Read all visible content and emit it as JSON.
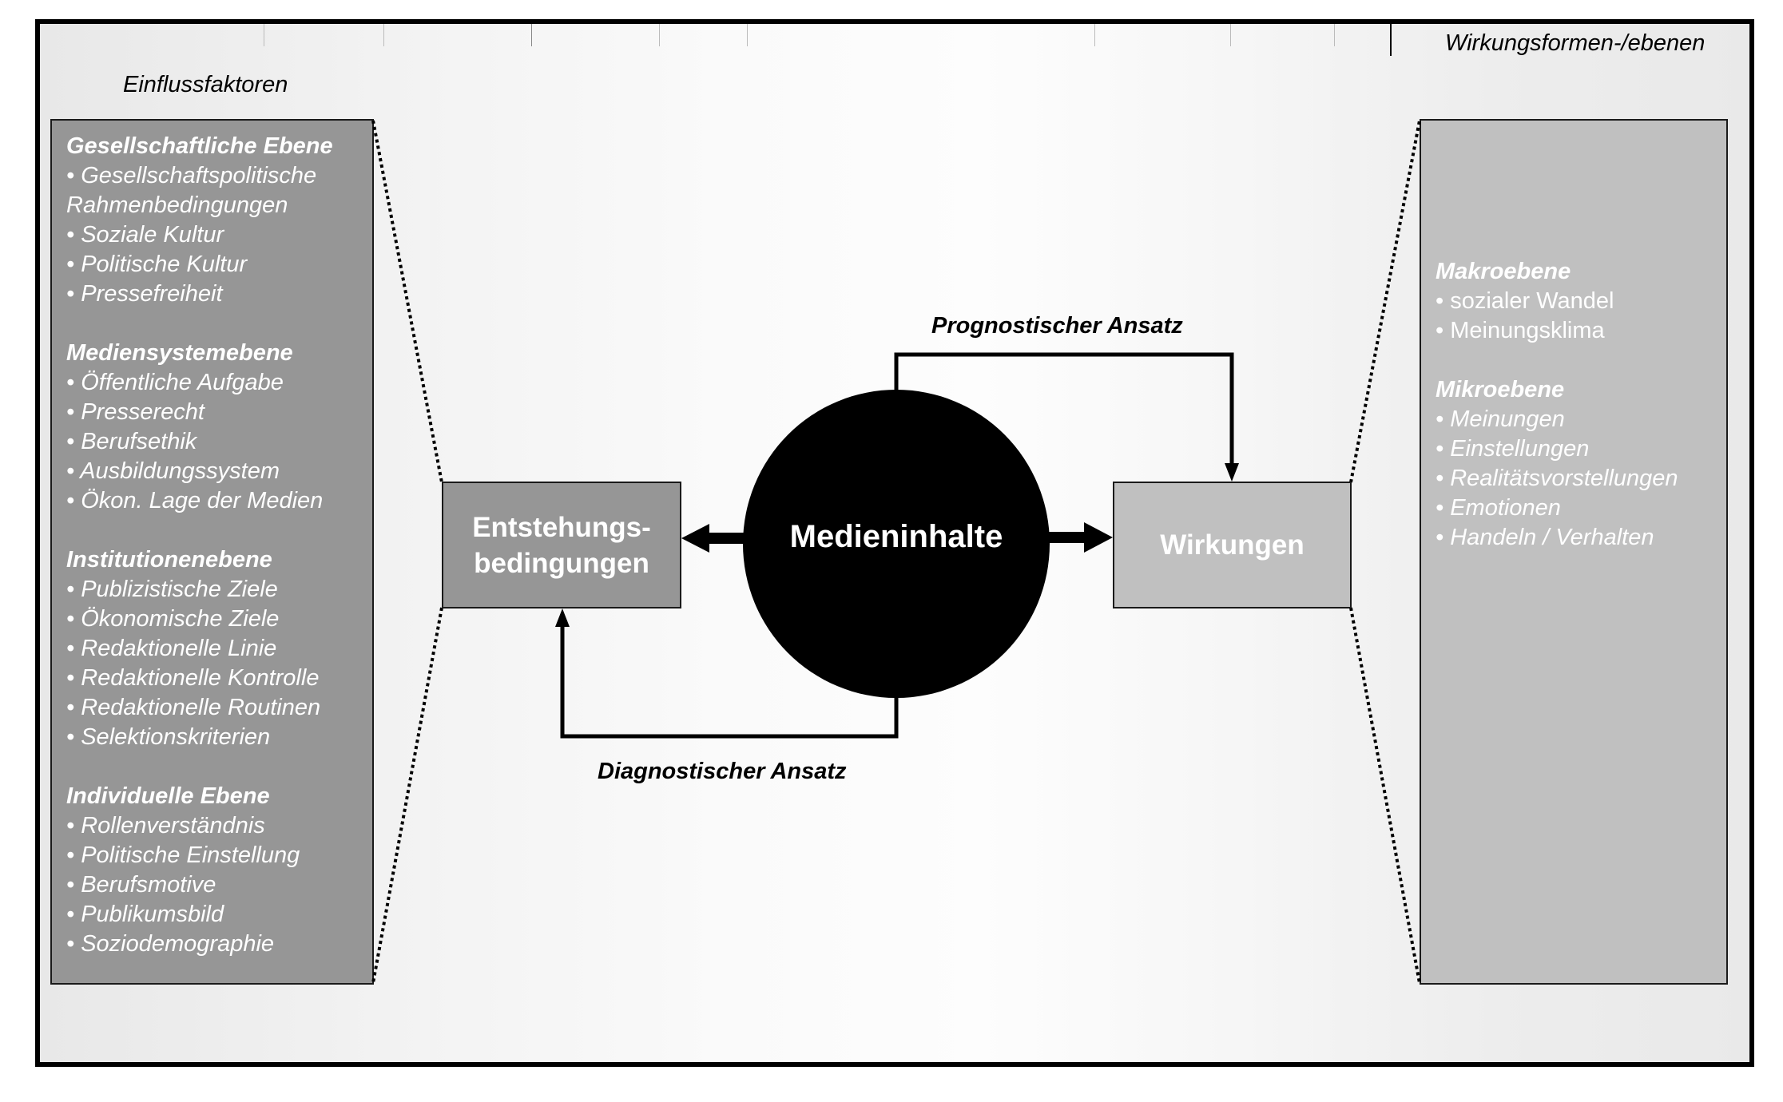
{
  "diagram": {
    "left_header": "Einflussfaktoren",
    "right_header": "Wirkungsformen-/ebenen",
    "center_node": "Medieninhalte",
    "left_node": [
      "Entstehungs-",
      "bedingungen"
    ],
    "right_node": "Wirkungen",
    "top_arrow_label": "Prognostischer Ansatz",
    "bottom_arrow_label": "Diagnostischer Ansatz",
    "colors": {
      "dark_box": "#969696",
      "light_box": "#c0c0c0",
      "circle": "#000000",
      "text_on_box": "#ffffff"
    },
    "influence_factors": [
      {
        "heading": "Gesellschaftliche Ebene",
        "items": [
          "• Gesellschaftspolitische",
          "Rahmenbedingungen",
          "• Soziale Kultur",
          "• Politische Kultur",
          "• Pressefreiheit"
        ]
      },
      {
        "heading": "Mediensystemebene",
        "items": [
          "• Öffentliche Aufgabe",
          "• Presserecht",
          "• Berufsethik",
          "• Ausbildungssystem",
          "• Ökon. Lage der Medien"
        ]
      },
      {
        "heading": "Institutionenebene",
        "items": [
          "• Publizistische Ziele",
          "• Ökonomische Ziele",
          "• Redaktionelle Linie",
          "• Redaktionelle Kontrolle",
          "• Redaktionelle Routinen",
          "• Selektionskriterien"
        ]
      },
      {
        "heading": "Individuelle Ebene",
        "items": [
          "• Rollenverständnis",
          "• Politische Einstellung",
          "• Berufsmotive",
          "• Publikumsbild",
          "• Soziodemographie"
        ]
      }
    ],
    "effect_levels": [
      {
        "heading": "Makroebene",
        "items": [
          "• sozialer Wandel",
          "• Meinungsklima"
        ],
        "italic_items": false
      },
      {
        "heading": "Mikroebene",
        "items": [
          "• Meinungen",
          "• Einstellungen",
          "• Realitätsvorstellungen",
          "• Emotionen",
          "• Handeln / Verhalten"
        ],
        "italic_items": true
      }
    ]
  }
}
